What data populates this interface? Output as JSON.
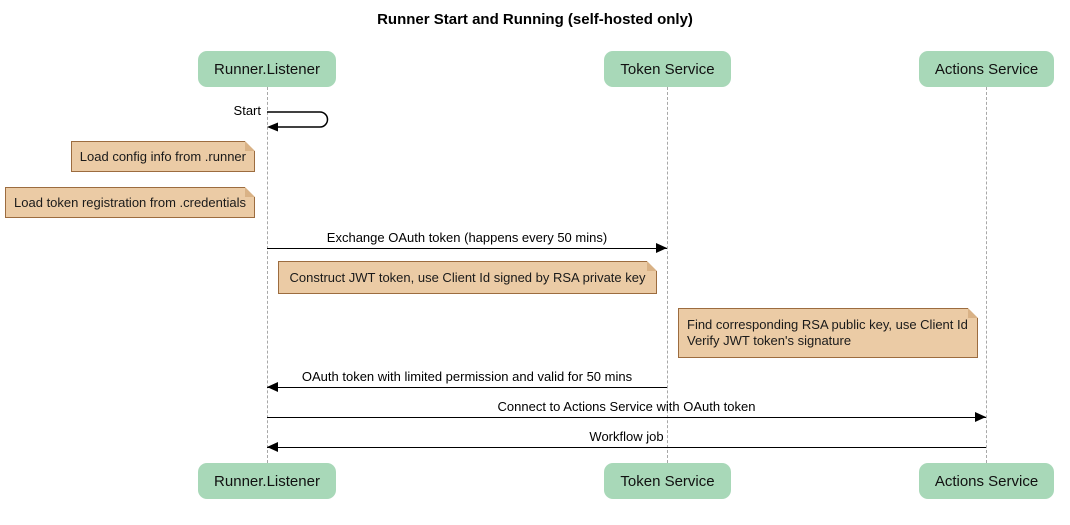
{
  "title": "Runner Start and Running (self-hosted only)",
  "diagram_type": "sequence",
  "participants": [
    {
      "id": "runner-listener",
      "label": "Runner.Listener"
    },
    {
      "id": "token-service",
      "label": "Token Service"
    },
    {
      "id": "actions-service",
      "label": "Actions Service"
    }
  ],
  "messages": [
    {
      "from": "Runner.Listener",
      "to": "Runner.Listener",
      "type": "self",
      "label": "Start"
    },
    {
      "from": "Runner.Listener",
      "to": "Token Service",
      "type": "solid",
      "label": "Exchange OAuth token (happens every 50 mins)"
    },
    {
      "from": "Token Service",
      "to": "Runner.Listener",
      "type": "solid",
      "label": "OAuth token with limited permission and valid for 50 mins"
    },
    {
      "from": "Runner.Listener",
      "to": "Actions Service",
      "type": "solid",
      "label": "Connect to Actions Service with OAuth token"
    },
    {
      "from": "Actions Service",
      "to": "Runner.Listener",
      "type": "solid",
      "label": "Workflow job"
    }
  ],
  "notes": [
    {
      "anchor": "left of Runner.Listener",
      "lines": [
        "Load config info from .runner"
      ]
    },
    {
      "anchor": "left of Runner.Listener",
      "lines": [
        "Load token registration from .credentials"
      ]
    },
    {
      "anchor": "between Runner.Listener and Token Service",
      "lines": [
        "Construct JWT token, use Client Id signed by RSA private key"
      ]
    },
    {
      "anchor": "left of Actions Service",
      "lines": [
        "Find corresponding RSA public key, use Client Id",
        "Verify JWT token's signature"
      ]
    }
  ],
  "colors": {
    "participant_fill": "#a8d8b8",
    "note_fill": "#ebcba5",
    "note_border": "#9c6c3f",
    "note_fold": "#d9b286",
    "lifeline": "#a8a8a8",
    "line": "#000000"
  }
}
